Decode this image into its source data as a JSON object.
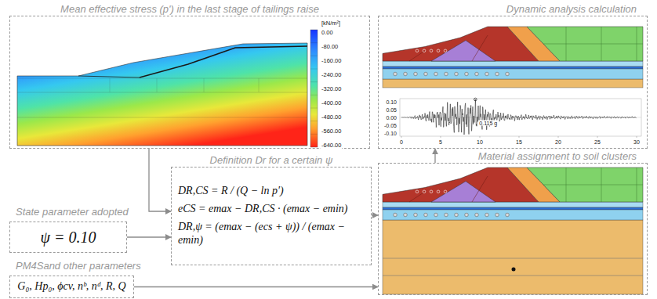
{
  "diagram": {
    "nodes": [
      {
        "text": [
          "Mean effective stress (p') in the last stage of tailings raise"
        ]
      },
      {
        "text": [
          "State parameter adopted",
          "ψ = 0.10"
        ]
      },
      {
        "text": [
          "PM4Sand other parameters",
          "G₀, Hp₀, ϕcv, nᵇ, nᵈ, R, Q"
        ]
      },
      {
        "text": [
          "Definition Dr for a certain ψ",
          "DR,CS = R / (Q − ln p′)",
          "eCS = emax − DR,CS · (emax − emin)",
          "DR,ψ = (emax − (ecs + ψ)) / (emax − emin)"
        ]
      },
      {
        "text": [
          "Dynamic analysis calculation"
        ]
      },
      {
        "text": [
          "Material assignment to soil clusters"
        ]
      }
    ],
    "edges": [
      {
        "from": 0,
        "to": 3,
        "arrow": "to"
      },
      {
        "from": 1,
        "to": 3,
        "arrow": "to"
      },
      {
        "from": 3,
        "to": 5,
        "arrow": "to"
      },
      {
        "from": 2,
        "to": 5,
        "arrow": "to"
      },
      {
        "from": 5,
        "to": 4,
        "arrow": "to"
      }
    ],
    "labels": [
      "[kN/m²]",
      "0.00",
      "-80.00",
      "-160.00",
      "-240.00",
      "-320.00",
      "-400.00",
      "-480.00",
      "-560.00",
      "-640.00",
      "0.10",
      "0.05",
      "0.00",
      "-0.05",
      "-0.10",
      "0",
      "5",
      "10",
      "15",
      "20",
      "25",
      "30",
      "0.115 g"
    ]
  }
}
